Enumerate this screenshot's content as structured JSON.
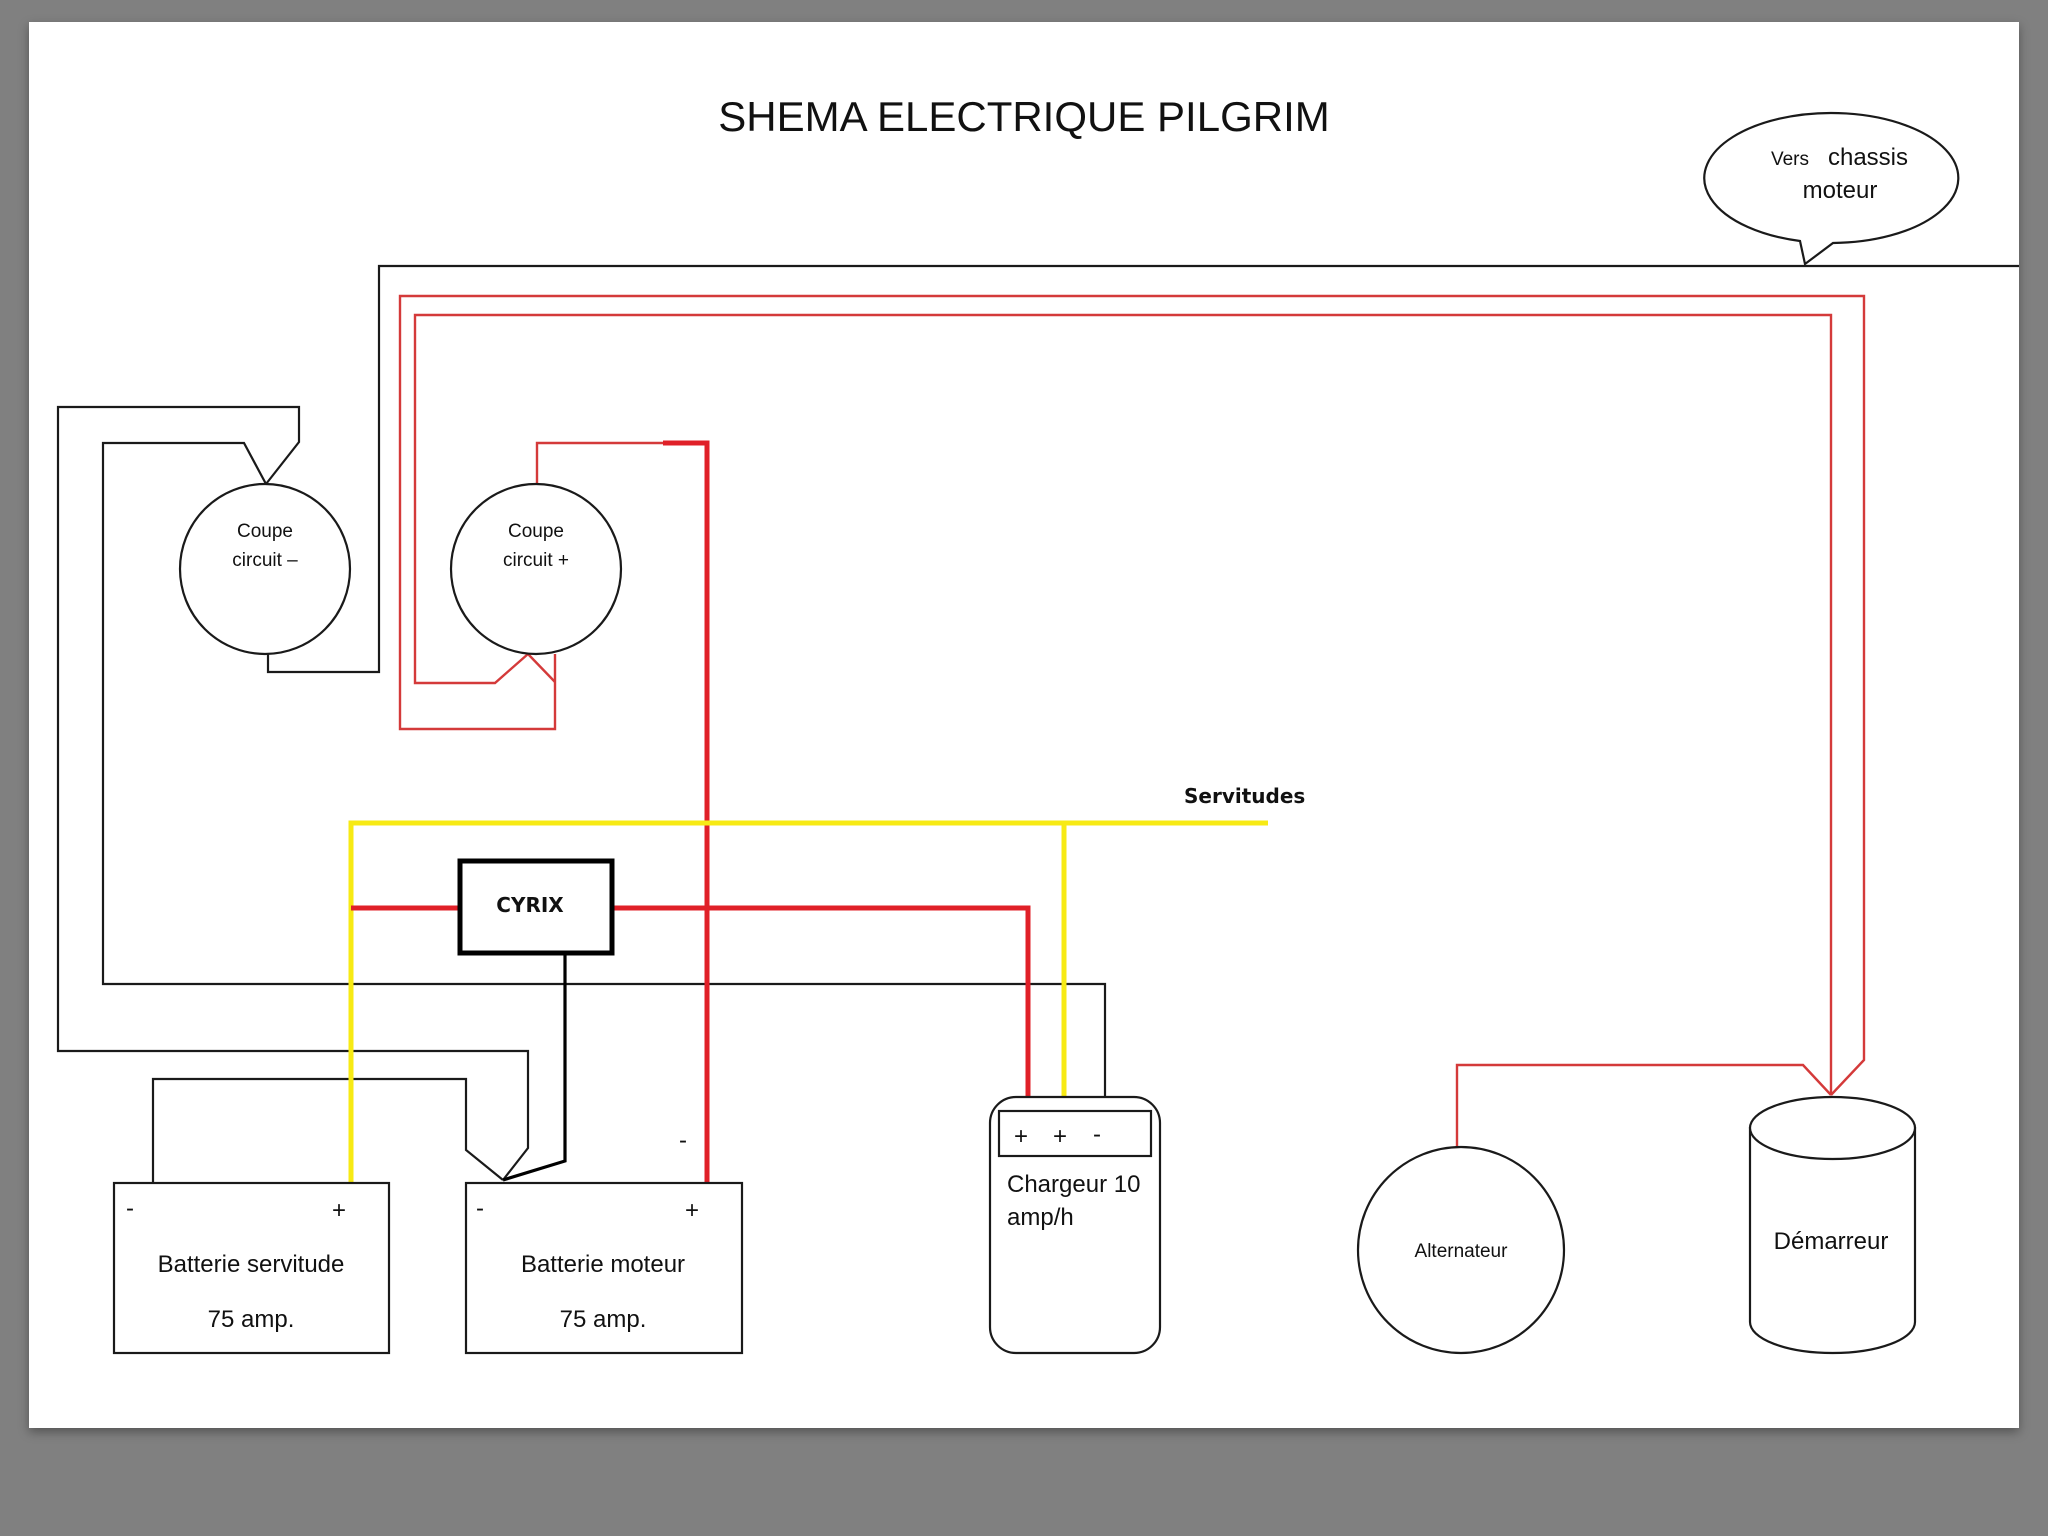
{
  "title": "SHEMA ELECTRIQUE PILGRIM",
  "callout": {
    "line1_a": "Vers",
    "line1_b": "chassis",
    "line2": "moteur"
  },
  "components": {
    "coupe_circuit_neg": {
      "line1": "Coupe",
      "line2": "circuit –"
    },
    "coupe_circuit_pos": {
      "line1": "Coupe",
      "line2": "circuit +"
    },
    "cyrix": {
      "label": "CYRIX"
    },
    "servitudes": {
      "label": "Servitudes"
    },
    "batterie_servitude": {
      "name": "Batterie servitude",
      "capacity": "75 amp.",
      "neg": "-",
      "pos": "+"
    },
    "batterie_moteur": {
      "name": "Batterie moteur",
      "capacity": "75 amp.",
      "neg": "-",
      "pos": "+"
    },
    "chargeur": {
      "line1": "Chargeur 10",
      "line2": "amp/h",
      "terminals": [
        "+",
        "+",
        "-"
      ]
    },
    "alternateur": {
      "label": "Alternateur"
    },
    "demarreur": {
      "label": "Démarreur"
    },
    "stray_minus": "-"
  },
  "wire_colors": {
    "negative": "#1a1a1a",
    "positive": "#e02028",
    "positive_thin": "#d43a3a",
    "servitudes": "#f7ea14"
  }
}
